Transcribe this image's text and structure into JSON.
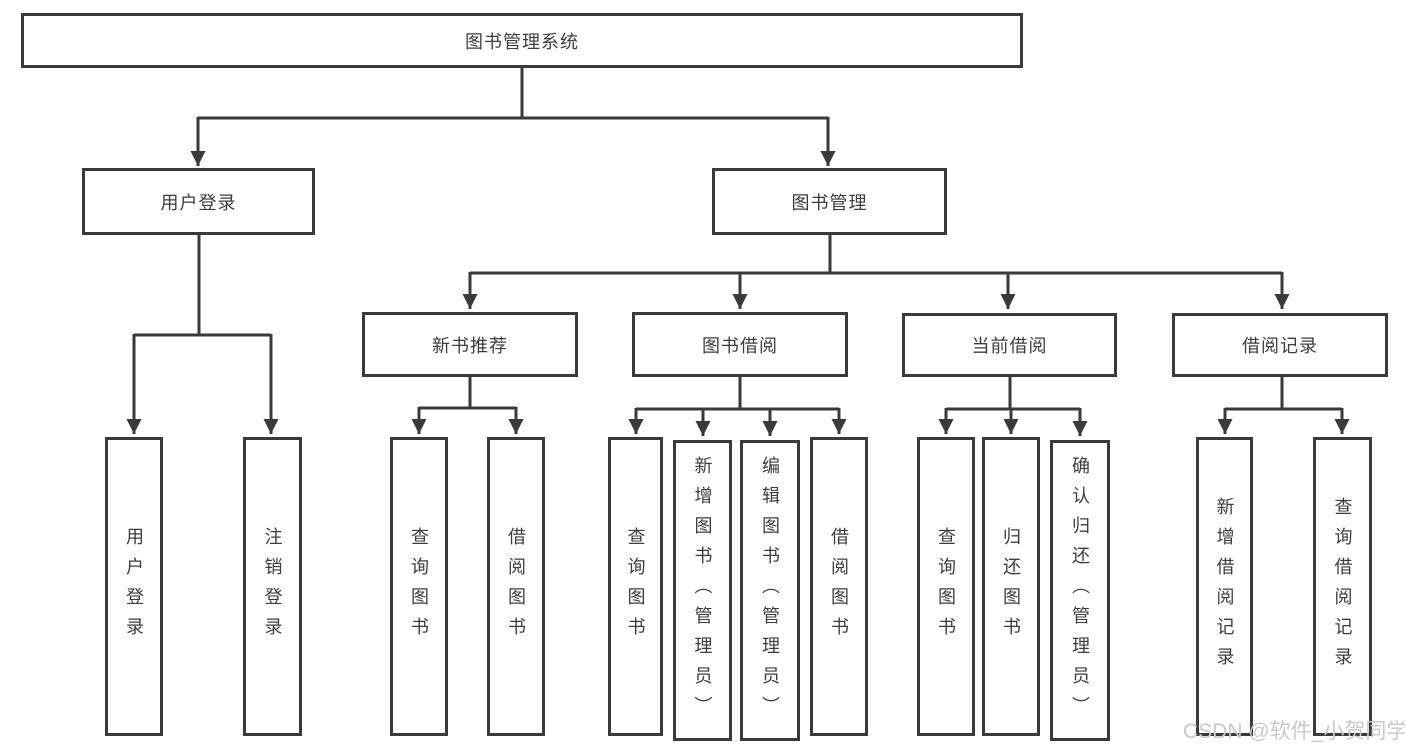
{
  "diagram_type": "functional-decomposition-tree",
  "tree": {
    "label": "图书管理系统",
    "children": [
      {
        "label": "用户登录",
        "children": [
          {
            "label": "用户登录"
          },
          {
            "label": "注销登录"
          }
        ]
      },
      {
        "label": "图书管理",
        "children": [
          {
            "label": "新书推荐",
            "children": [
              {
                "label": "查询图书"
              },
              {
                "label": "借阅图书"
              }
            ]
          },
          {
            "label": "图书借阅",
            "children": [
              {
                "label": "查询图书"
              },
              {
                "label": "新增图书（管理员）"
              },
              {
                "label": "编辑图书（管理员）"
              },
              {
                "label": "借阅图书"
              }
            ]
          },
          {
            "label": "当前借阅",
            "children": [
              {
                "label": "查询图书"
              },
              {
                "label": "归还图书"
              },
              {
                "label": "确认归还（管理员）"
              }
            ]
          },
          {
            "label": "借阅记录",
            "children": [
              {
                "label": "新增借阅记录"
              },
              {
                "label": "查询借阅记录"
              }
            ]
          }
        ]
      }
    ]
  },
  "watermark": "CSDN @软件_小贺同学",
  "colors": {
    "line": "#3a3a3a",
    "text": "#3d3d3d",
    "watermark": "#c9c9c9",
    "bg": "#ffffff"
  }
}
